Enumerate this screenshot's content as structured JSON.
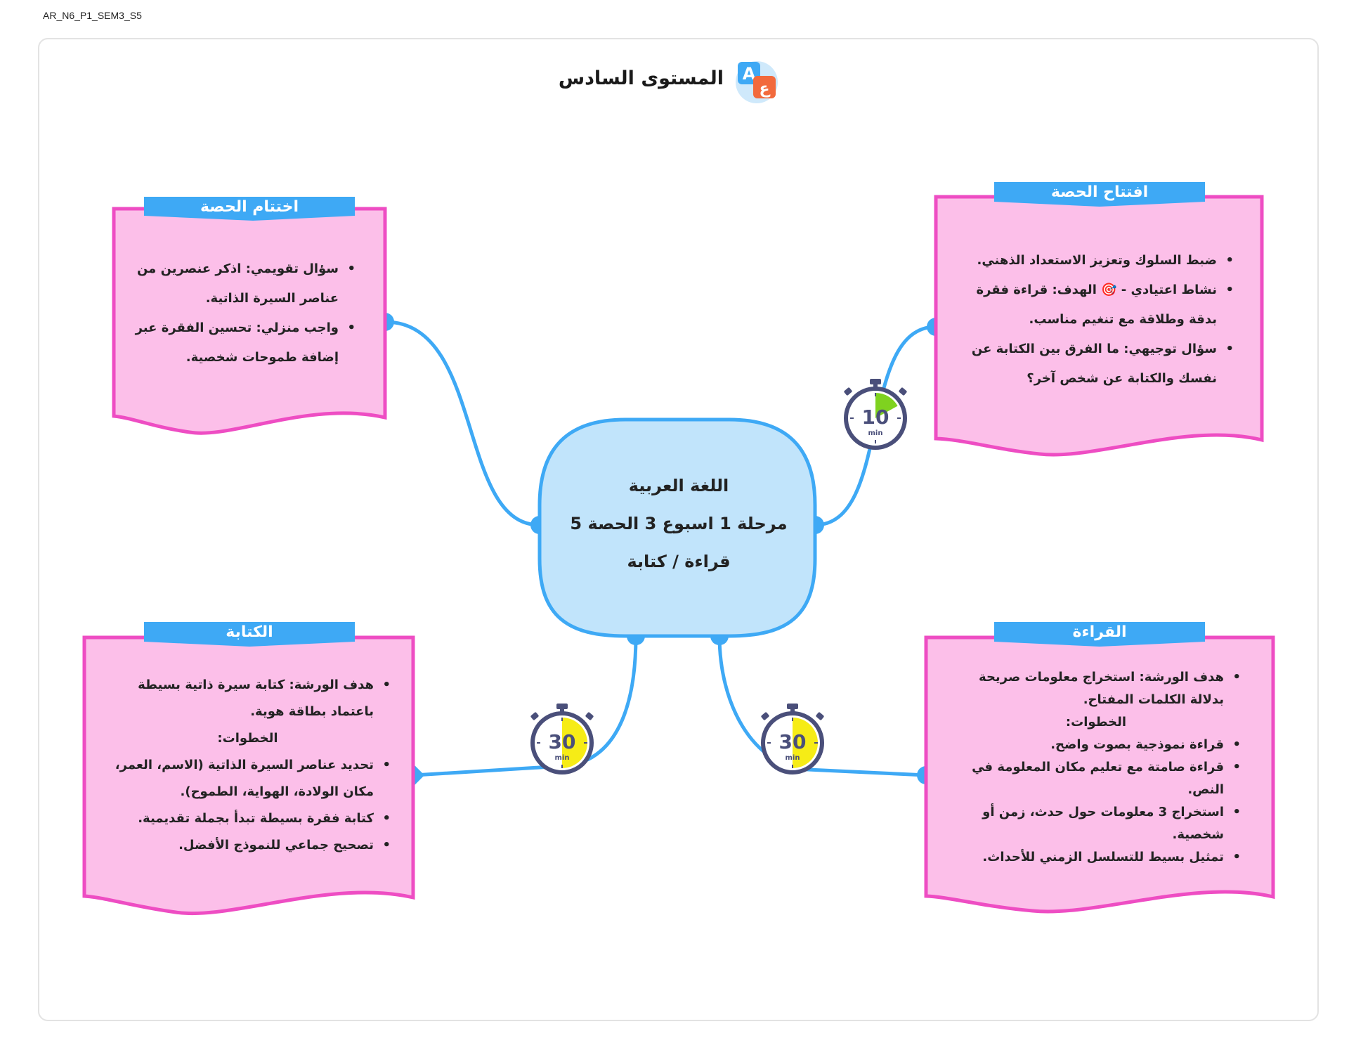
{
  "doc_id": "AR_N6_P1_SEM3_S5",
  "header": {
    "title": "المستوى السادس",
    "logo_letters": [
      "A",
      "ع"
    ]
  },
  "center": {
    "lines": [
      "اللغة العربية",
      "مرحلة 1 اسبوع 3 الحصة 5",
      "قراءة / كتابة"
    ]
  },
  "timers": {
    "opening": {
      "value": "10",
      "unit": "min",
      "fraction": 0.17
    },
    "reading": {
      "value": "30",
      "unit": "min",
      "fraction": 0.5
    },
    "writing": {
      "value": "30",
      "unit": "min",
      "fraction": 0.5
    }
  },
  "cards": {
    "opening": {
      "title": "افتتاح الحصة",
      "items": [
        "ضبط السلوك وتعزيز الاستعداد الذهني.",
        "نشاط اعتيادي - 🎯 الهدف: قراءة فقرة بدقة وطلاقة مع تنغيم مناسب.",
        "سؤال توجيهي: ما الفرق بين الكتابة عن نفسك والكتابة عن شخص آخر؟"
      ]
    },
    "closing": {
      "title": "اختتام الحصة",
      "items": [
        "سؤال تقويمي: اذكر عنصرين من عناصر السيرة الذاتية.",
        "واجب منزلي: تحسين الفقرة عبر إضافة طموحات شخصية."
      ]
    },
    "writing": {
      "title": "الكتابة",
      "goal": "هدف الورشة: كتابة سيرة ذاتية بسيطة باعتماد بطاقة هوية.",
      "steps_label": "الخطوات:",
      "steps": [
        "تحديد عناصر السيرة الذاتية (الاسم، العمر، مكان الولادة، الهواية، الطموح).",
        "كتابة فقرة بسيطة تبدأ بجملة تقديمية.",
        "تصحيح جماعي للنموذج الأفضل."
      ]
    },
    "reading": {
      "title": "القراءة",
      "goal": "هدف الورشة: استخراج معلومات صريحة بدلالة الكلمات المفتاح.",
      "steps_label": "الخطوات:",
      "steps": [
        "قراءة نموذجية بصوت واضح.",
        "قراءة صامتة مع تعليم مكان المعلومة في النص.",
        "استخراج 3 معلومات حول حدث، زمن أو شخصية.",
        "تمثيل بسيط للتسلسل الزمني للأحداث."
      ]
    }
  },
  "colors": {
    "card_fill": "#fcbfe9",
    "card_border": "#ee4dc3",
    "tab": "#3ea9f5",
    "link": "#3ea9f5",
    "center_fill": "#c1e4fb",
    "timer_ring": "#4a4f7a",
    "timer_green": "#7fd21f",
    "timer_yellow": "#f6ec16"
  }
}
